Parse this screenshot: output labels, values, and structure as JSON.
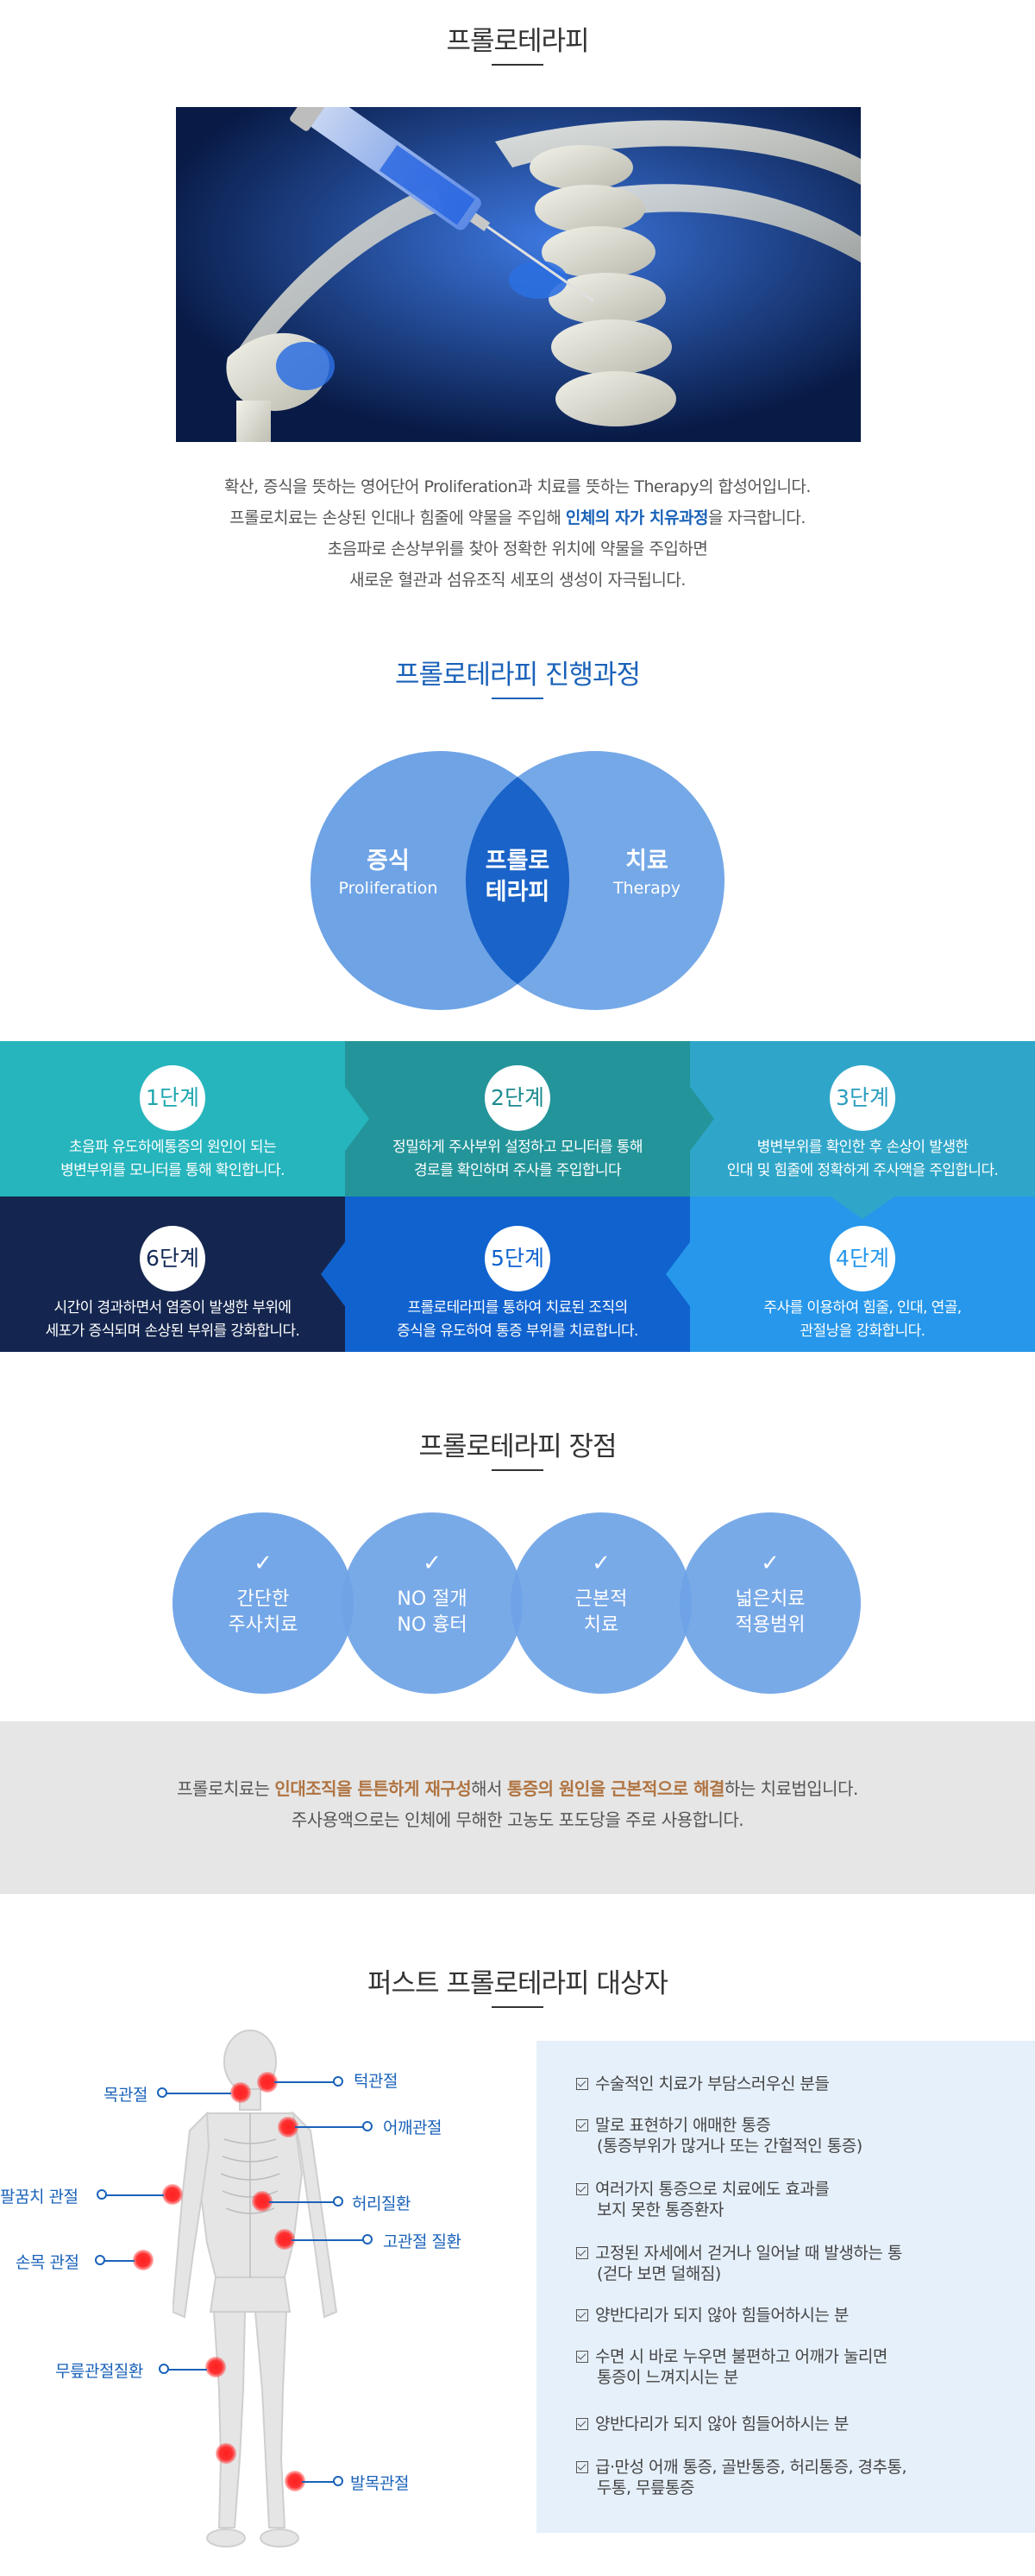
{
  "section1": {
    "title": "프롤로테라피",
    "intro": [
      "확산, 증식을 뜻하는 영어단어 Proliferation과 치료를 뜻하는 Therapy의 합성어입니다.",
      "초음파로 손상부위를 찾아 정확한 위치에 약물을 주입하면",
      "새로운 혈관과 섬유조직 세포의 생성이 자극됩니다."
    ],
    "intro_line2": {
      "before": "프롤로치료는 손상된 인대나 힘줄에 약물을 주입해 ",
      "highlight": "인체의 자가 치유과정",
      "after": "을 자극합니다."
    }
  },
  "section2": {
    "title": "프롤로테라피 진행과정",
    "venn": {
      "left_big": "증식",
      "left_small": "Proliferation",
      "center_line1": "프롤로",
      "center_line2": "테라피",
      "right_big": "치료",
      "right_small": "Therapy"
    },
    "steps": [
      {
        "label": "1단계",
        "lines": [
          "초음파 유도하에통증의 원인이 되는",
          "병변부위를 모니터를 통해 확인합니다."
        ],
        "color": "#26b5bd",
        "text_color": "#1fa6ae"
      },
      {
        "label": "2단계",
        "lines": [
          "정밀하게 주사부위 설정하고 모니터를 통해",
          "경로를 확인하며 주사를 주입합니다"
        ],
        "color": "#23959a",
        "text_color": "#1d8b8f"
      },
      {
        "label": "3단계",
        "lines": [
          "병변부위를 확인한 후 손상이 발생한",
          "인대 및 힘줄에 정확하게 주사액을 주입합니다."
        ],
        "color": "#2fa6c9",
        "text_color": "#2a9dbf"
      },
      {
        "label": "6단계",
        "lines": [
          "시간이 경과하면서 염증이 발생한 부위에",
          "세포가 증식되며 손상된 부위를 강화합니다."
        ],
        "color": "#14264f",
        "text_color": "#142a57"
      },
      {
        "label": "5단계",
        "lines": [
          "프롤로테라피를 통하여 치료된 조직의",
          "증식을 유도하여 통증 부위를 치료합니다."
        ],
        "color": "#1062cf",
        "text_color": "#1062cf"
      },
      {
        "label": "4단계",
        "lines": [
          "주사를 이용하여 힘줄, 인대, 연골,",
          "관절낭을 강화합니다."
        ],
        "color": "#2697ea",
        "text_color": "#2697ea"
      }
    ]
  },
  "section3": {
    "title": "프롤로테라피 장점",
    "benefits": [
      {
        "line1": "간단한",
        "line2": "주사치료"
      },
      {
        "line1": "NO 절개",
        "line2": "NO 흉터"
      },
      {
        "line1": "근본적",
        "line2": "치료"
      },
      {
        "line1": "넓은치료",
        "line2": "적용범위"
      }
    ],
    "summary": {
      "p1": "프롤로치료는 ",
      "h1": "인대조직을 튼튼하게 재구성",
      "p2": "해서 ",
      "h2": "통증의 원인을 근본적으로 해결",
      "p3": "하는 치료법입니다.",
      "line2": "주사용액으로는 인체에 무해한 고농도 포도당을 주로 사용합니다."
    }
  },
  "section4": {
    "title": "퍼스트 프롤로테라피 대상자",
    "labels": {
      "neck": "목관절",
      "jaw": "턱관절",
      "shoulder": "어깨관절",
      "elbow": "팔꿈치 관절",
      "back": "허리질환",
      "wrist": "손목 관절",
      "hip": "고관절 질환",
      "knee": "무릎관절질환",
      "ankle": "발목관절"
    },
    "targets": [
      {
        "line1": "수술적인 치료가 부담스러우신 분들",
        "line2": ""
      },
      {
        "line1": "말로 표현하기 애매한 통증",
        "line2": "(통증부위가 많거나 또는 간헐적인 통증)"
      },
      {
        "line1": "여러가지 통증으로  치료에도 효과를",
        "line2": "보지 못한 통증환자"
      },
      {
        "line1": "고정된 자세에서 걷거나 일어날 때 발생하는 통",
        "line2": "(걷다 보면 덜해짐)"
      },
      {
        "line1": "양반다리가 되지 않아 힘들어하시는 분",
        "line2": ""
      },
      {
        "line1": "수면 시 바로 누우면 불편하고 어깨가 눌리면",
        "line2": "통증이 느껴지시는 분"
      },
      {
        "line1": "양반다리가 되지 않아 힘들어하시는 분",
        "line2": ""
      },
      {
        "line1": "급·만성 어깨 통증, 골반통증, 허리통증, 경추통,",
        "line2": "두통, 무릎통증"
      }
    ]
  }
}
